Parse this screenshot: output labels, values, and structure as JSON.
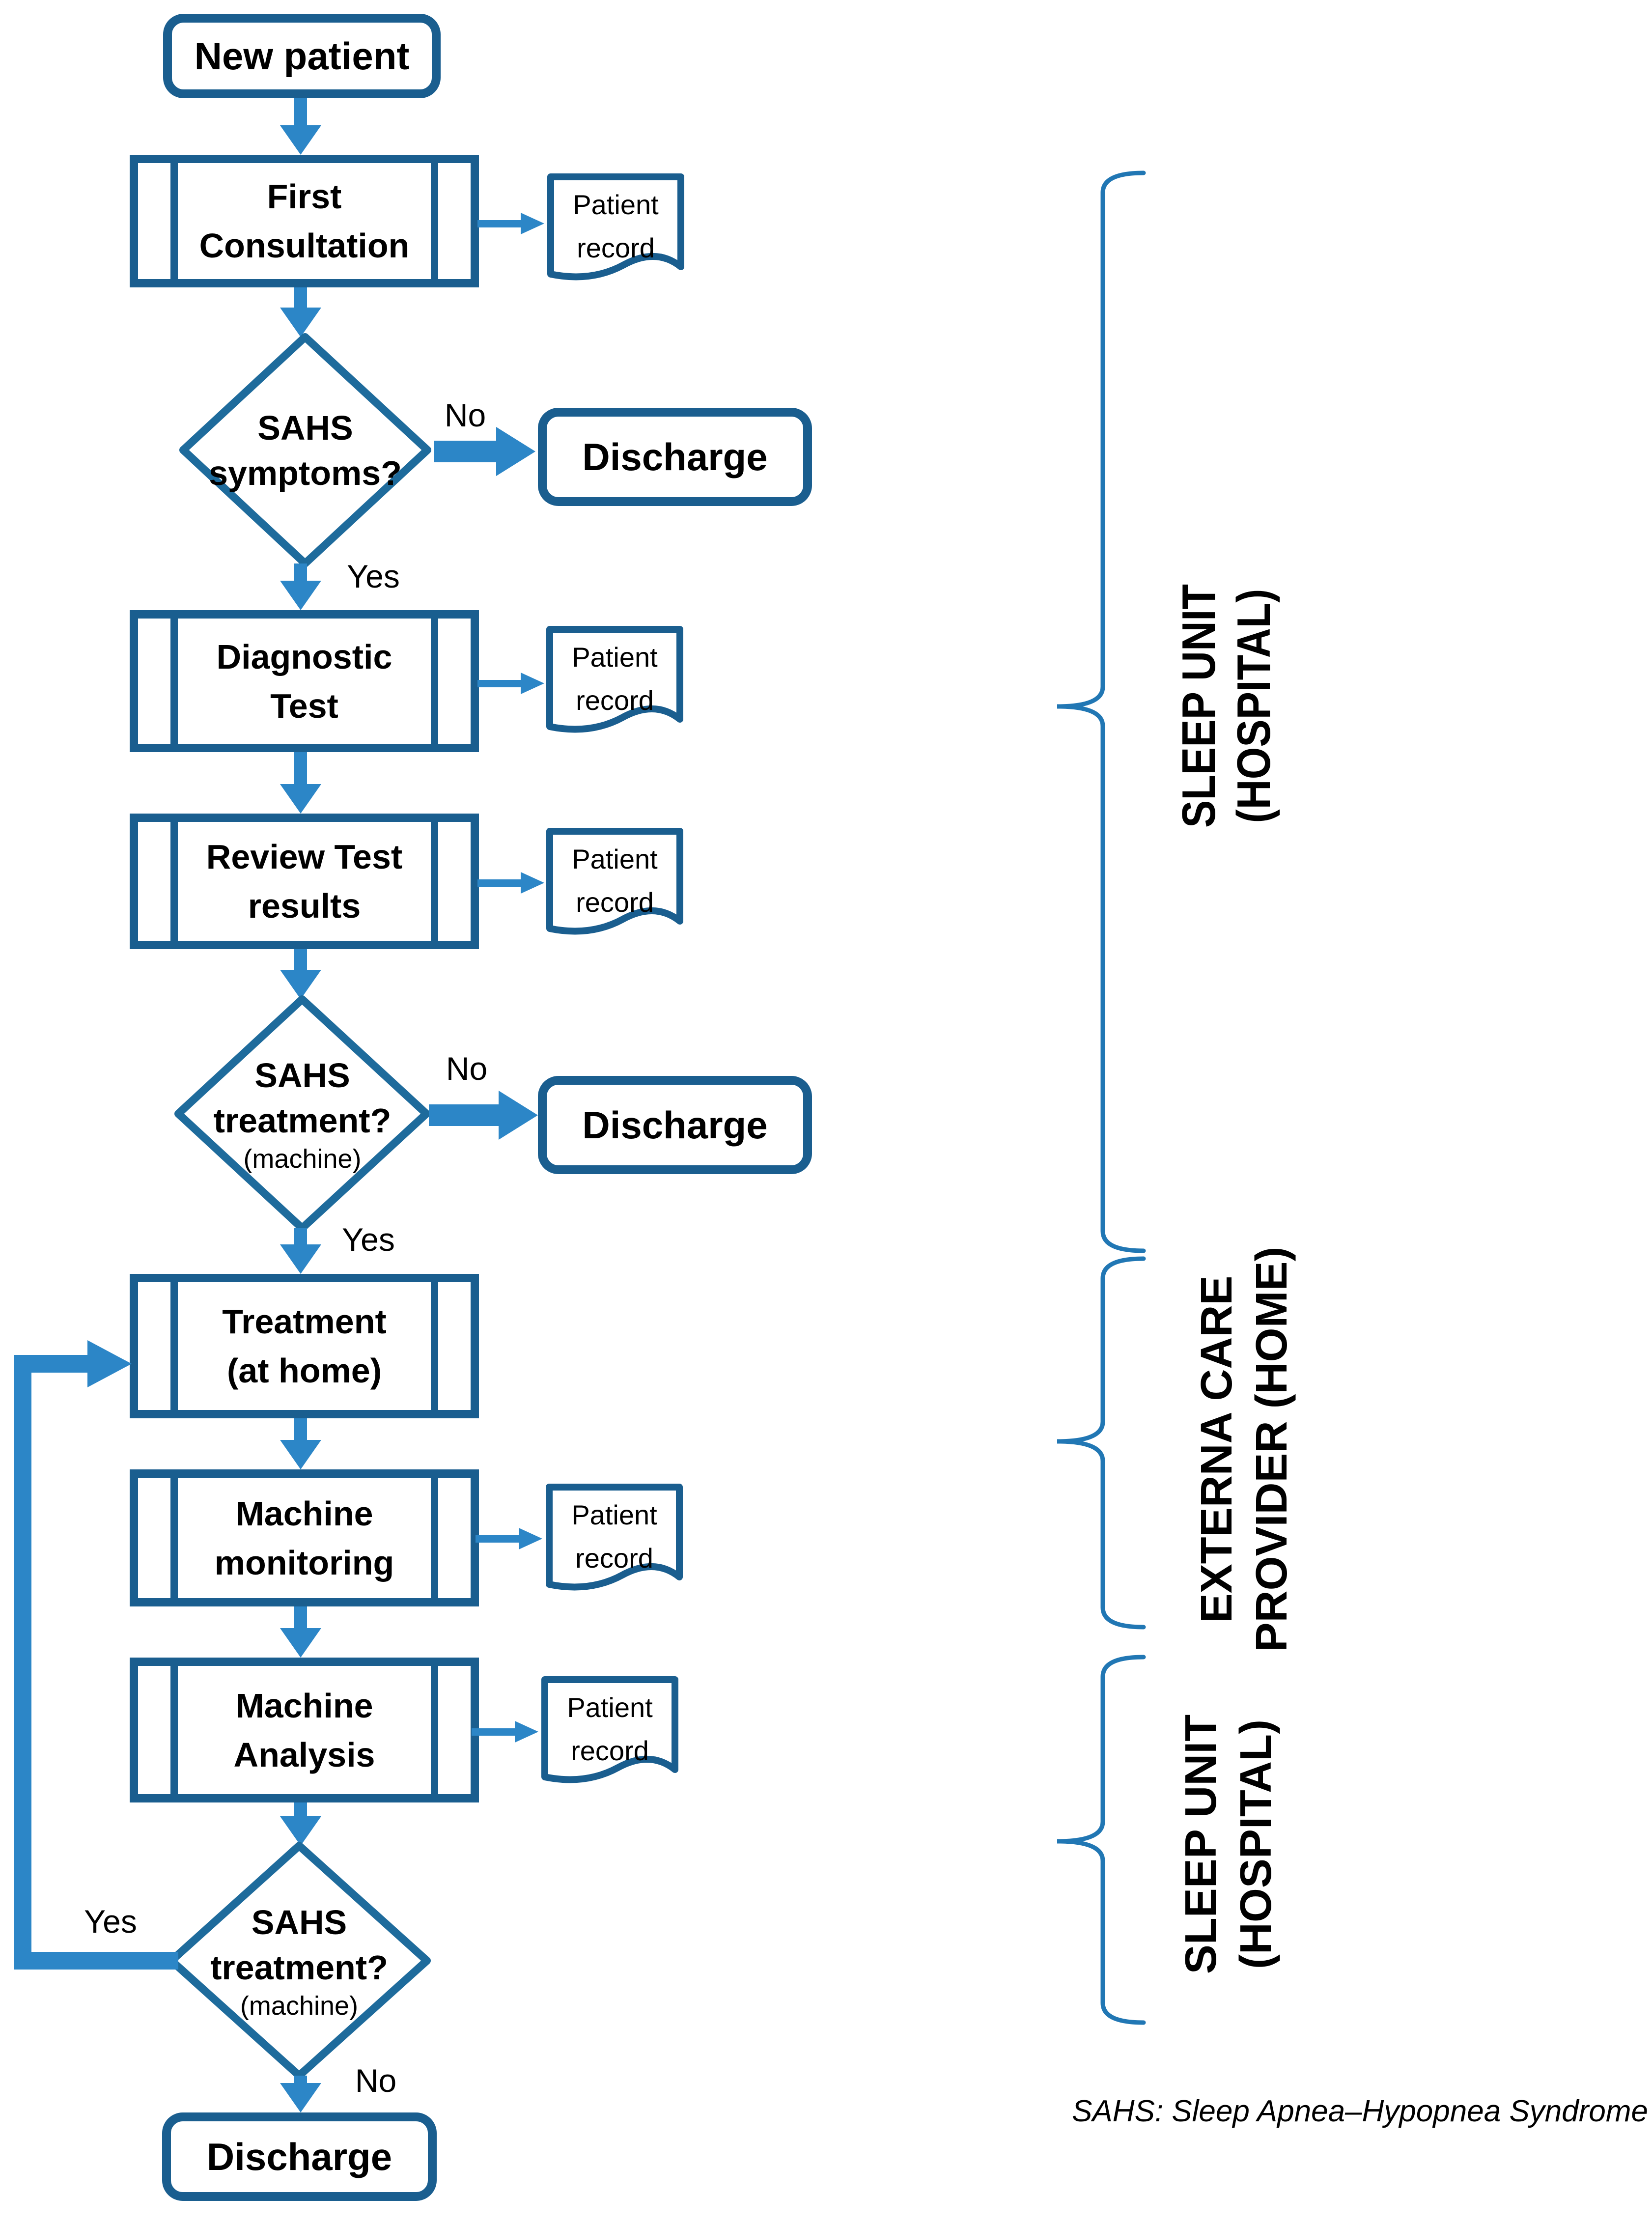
{
  "colors": {
    "shape_stroke": "#1A5E8F",
    "diamond_stroke": "#1E6B9C",
    "arrow_fill": "#2C86C7",
    "brace_stroke": "#2177B4",
    "text": "#000000"
  },
  "nodes": {
    "new_patient": {
      "label": "New patient"
    },
    "first_consultation": {
      "lines": [
        "First",
        "Consultation"
      ]
    },
    "patient_record": {
      "lines": [
        "Patient",
        "record"
      ]
    },
    "sahs_symptoms": {
      "lines": [
        "SAHS",
        "symptoms?"
      ]
    },
    "discharge": {
      "label": "Discharge"
    },
    "diagnostic_test": {
      "lines": [
        "Diagnostic",
        "Test"
      ]
    },
    "review_test": {
      "lines": [
        "Review Test",
        "results"
      ]
    },
    "sahs_treatment": {
      "lines": [
        "SAHS",
        "treatment?"
      ],
      "sub": "(machine)"
    },
    "treatment_home": {
      "lines": [
        "Treatment",
        "(at home)"
      ]
    },
    "machine_monitoring": {
      "lines": [
        "Machine",
        "monitoring"
      ]
    },
    "machine_analysis": {
      "lines": [
        "Machine",
        "Analysis"
      ]
    }
  },
  "edges": {
    "yes": "Yes",
    "no": "No"
  },
  "regions": [
    {
      "lines": [
        "SLEEP UNIT",
        "(HOSPITAL)"
      ]
    },
    {
      "lines": [
        "EXTERNA CARE",
        "PROVIDER (HOME)"
      ]
    },
    {
      "lines": [
        "SLEEP UNIT",
        "(HOSPITAL)"
      ]
    }
  ],
  "footnote": "SAHS: Sleep Apnea–Hypopnea Syndrome"
}
